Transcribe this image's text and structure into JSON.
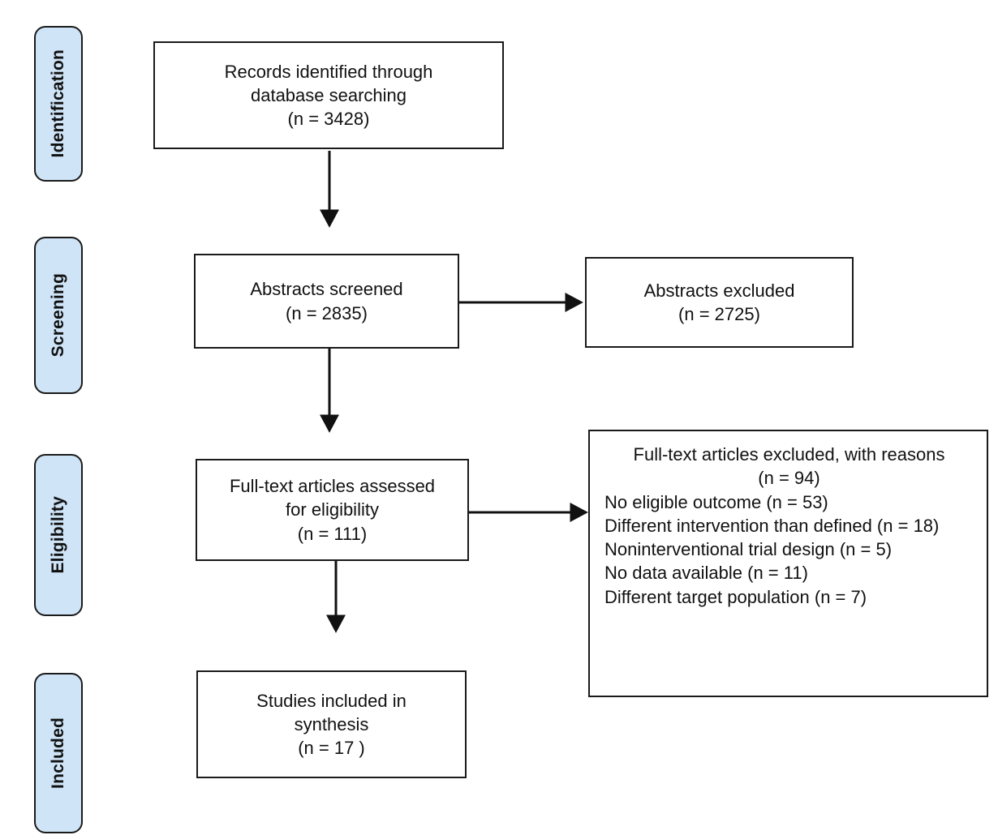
{
  "diagram": {
    "title": "PRISMA study selection flow diagram",
    "accent_color": "#cfe4f7",
    "border_color": "#1a1a1a",
    "text_color": "#111111"
  },
  "stages": [
    {
      "label": "Identification"
    },
    {
      "label": "Screening"
    },
    {
      "label": "Eligibility"
    },
    {
      "label": "Included"
    }
  ],
  "boxes": {
    "identified": {
      "line1": "Records identified through",
      "line2": "database searching",
      "line3": "(n = 3428)"
    },
    "screened": {
      "line1": "Abstracts screened",
      "line2": "(n = 2835)"
    },
    "abstracts_excluded": {
      "line1": "Abstracts excluded",
      "line2": "(n = 2725)"
    },
    "fulltext_assessed": {
      "line1": "Full-text articles assessed",
      "line2": "for eligibility",
      "line3": "(n = 111)"
    },
    "fulltext_excluded": {
      "head1": "Full-text articles excluded, with reasons",
      "head2": "(n = 94)",
      "reason1": "No eligible outcome (n = 53)",
      "reason2": "Different intervention than defined (n = 18)",
      "reason3": "Noninterventional trial design (n = 5)",
      "reason4": "No data available (n = 11)",
      "reason5": "Different target population (n = 7)"
    },
    "included": {
      "line1": "Studies included in",
      "line2": "synthesis",
      "line3": "(n = 17 )"
    }
  },
  "chart_data": {
    "type": "diagram",
    "title": "PRISMA study selection flow diagram",
    "stages": [
      "Identification",
      "Screening",
      "Eligibility",
      "Included"
    ],
    "nodes": [
      {
        "id": "identified",
        "stage": "Identification",
        "label": "Records identified through database searching",
        "n": 3428
      },
      {
        "id": "screened",
        "stage": "Screening",
        "label": "Abstracts screened",
        "n": 2835
      },
      {
        "id": "abstracts_excluded",
        "stage": "Screening",
        "label": "Abstracts excluded",
        "n": 2725
      },
      {
        "id": "fulltext_assessed",
        "stage": "Eligibility",
        "label": "Full-text articles assessed for eligibility",
        "n": 111
      },
      {
        "id": "fulltext_excluded",
        "stage": "Eligibility",
        "label": "Full-text articles excluded, with reasons",
        "n": 94,
        "reasons": [
          {
            "label": "No eligible outcome",
            "n": 53
          },
          {
            "label": "Different intervention than defined",
            "n": 18
          },
          {
            "label": "Noninterventional trial design",
            "n": 5
          },
          {
            "label": "No data available",
            "n": 11
          },
          {
            "label": "Different target population",
            "n": 7
          }
        ]
      },
      {
        "id": "included",
        "stage": "Included",
        "label": "Studies included in synthesis",
        "n": 17
      }
    ],
    "edges": [
      {
        "from": "identified",
        "to": "screened",
        "direction": "down"
      },
      {
        "from": "screened",
        "to": "abstracts_excluded",
        "direction": "right"
      },
      {
        "from": "screened",
        "to": "fulltext_assessed",
        "direction": "down"
      },
      {
        "from": "fulltext_assessed",
        "to": "fulltext_excluded",
        "direction": "right"
      },
      {
        "from": "fulltext_assessed",
        "to": "included",
        "direction": "down"
      }
    ]
  }
}
